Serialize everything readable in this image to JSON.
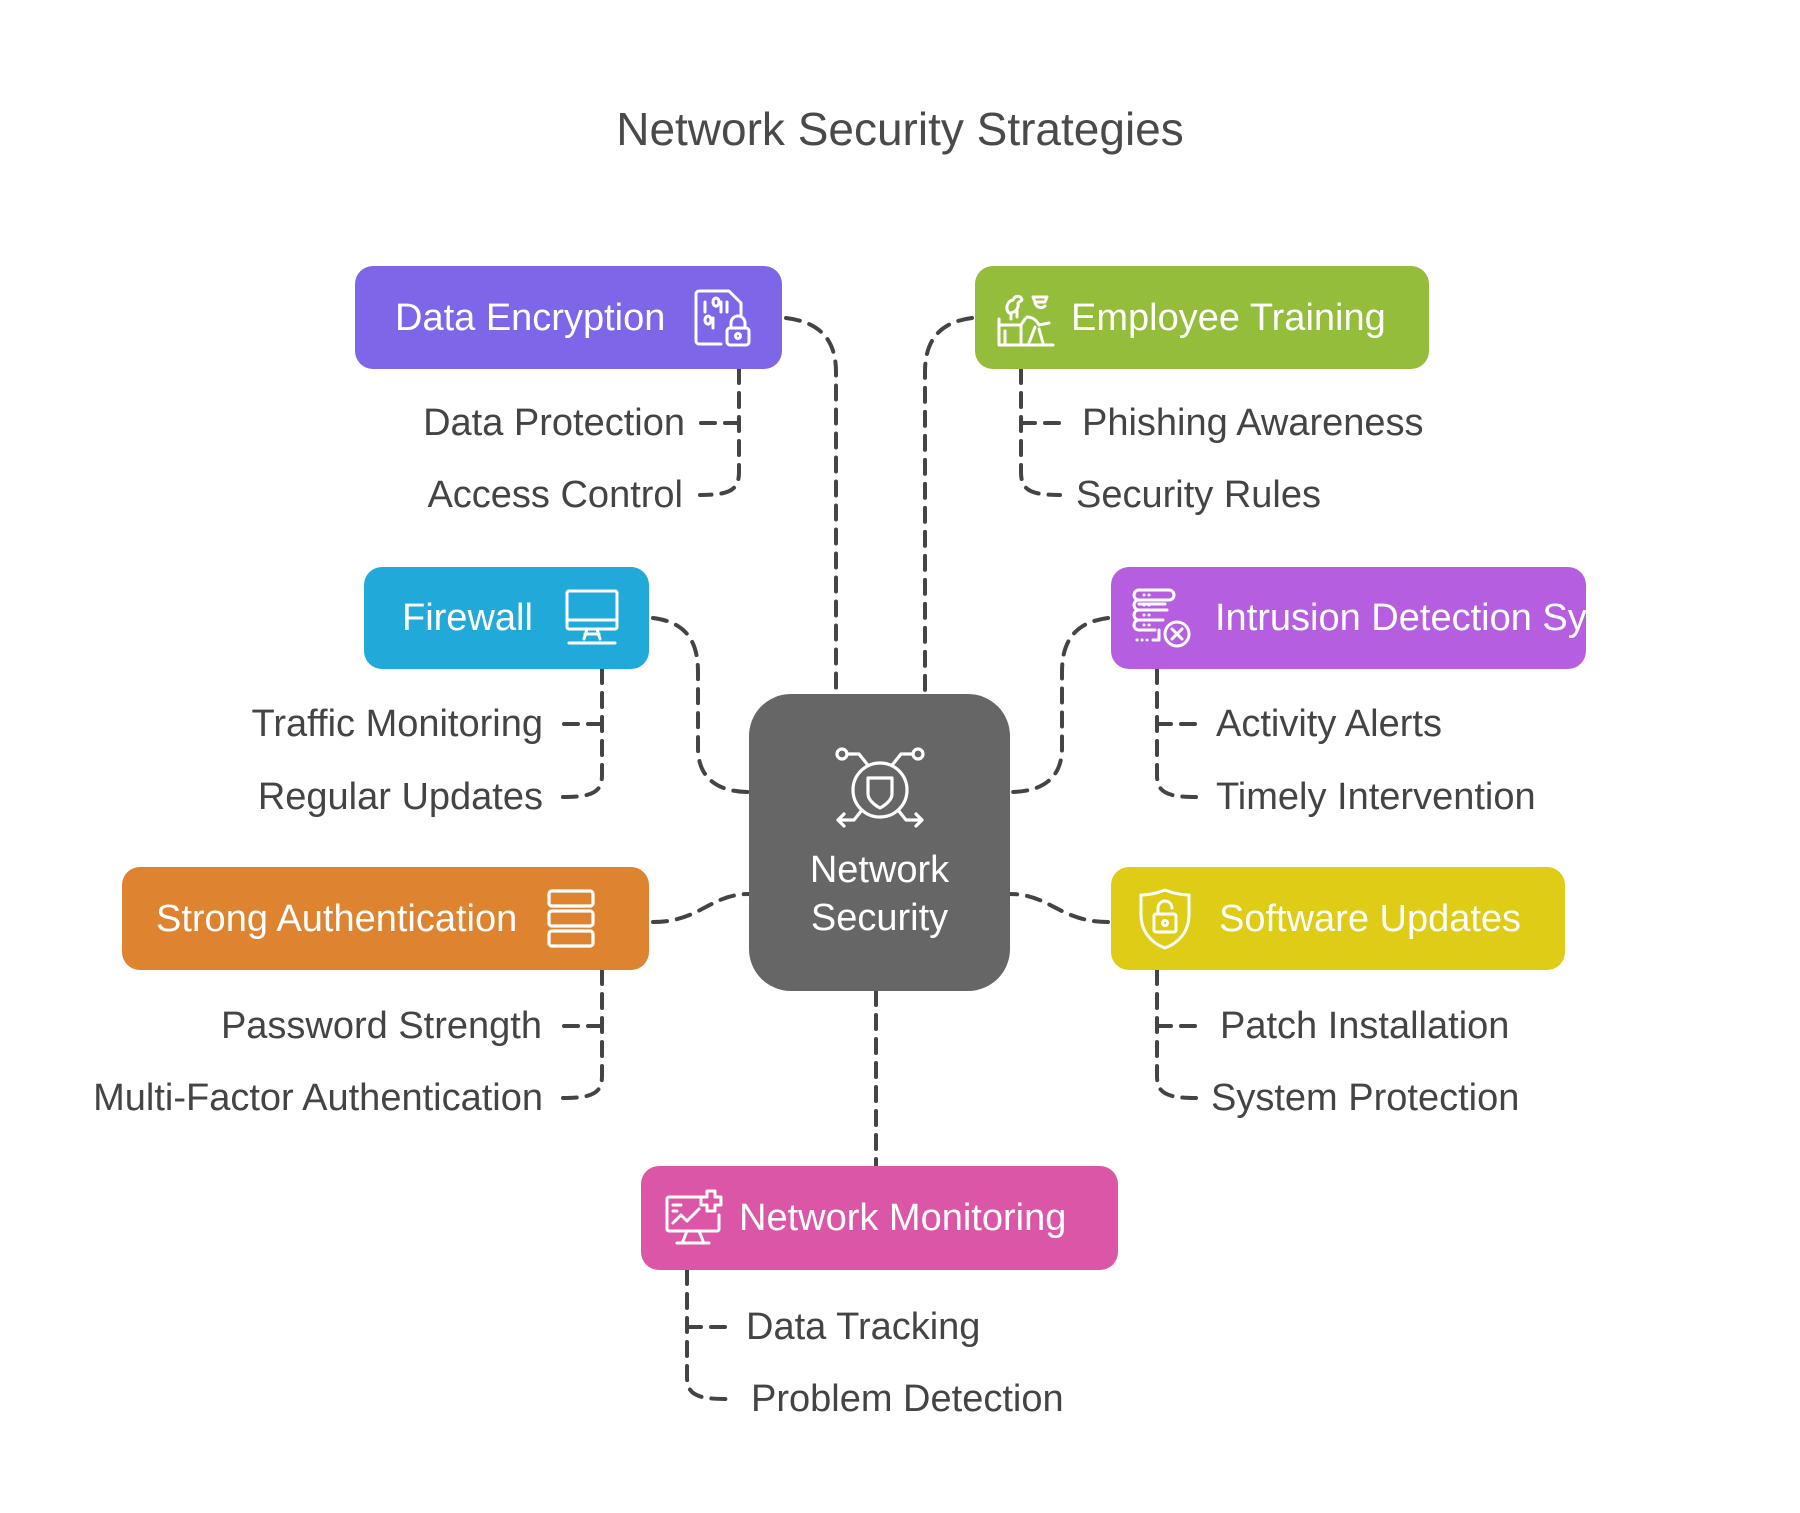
{
  "title": "Network Security Strategies",
  "center": {
    "label_line1": "Network",
    "label_line2": "Security",
    "icon": "network-shield-icon",
    "color": "#666666"
  },
  "strategies": [
    {
      "id": "data-encryption",
      "label": "Data Encryption",
      "icon": "data-lock-icon",
      "color": "#7F66E8",
      "items": [
        "Data Protection",
        "Access Control"
      ]
    },
    {
      "id": "employee-training",
      "label": "Employee Training",
      "icon": "training-icon",
      "color": "#93BD3B",
      "items": [
        "Phishing Awareness",
        "Security Rules"
      ]
    },
    {
      "id": "firewall",
      "label": "Firewall",
      "icon": "monitor-icon",
      "color": "#21A9DA",
      "items": [
        "Traffic Monitoring",
        "Regular Updates"
      ]
    },
    {
      "id": "intrusion-detection",
      "label": "Intrusion Detection Systems",
      "icon": "server-error-icon",
      "color": "#B65EE0",
      "items": [
        "Activity Alerts",
        "Timely Intervention"
      ]
    },
    {
      "id": "strong-authentication",
      "label": "Strong Authentication",
      "icon": "stacked-bars-icon",
      "color": "#DE8431",
      "items": [
        "Password Strength",
        "Multi-Factor Authentication"
      ]
    },
    {
      "id": "software-updates",
      "label": "Software Updates",
      "icon": "shield-lock-icon",
      "color": "#DFCC17",
      "items": [
        "Patch Installation",
        "System Protection"
      ]
    },
    {
      "id": "network-monitoring",
      "label": "Network Monitoring",
      "icon": "monitor-chart-plus-icon",
      "color": "#DC56A7",
      "items": [
        "Data Tracking",
        "Problem Detection"
      ]
    }
  ],
  "connector_color": "#444444"
}
